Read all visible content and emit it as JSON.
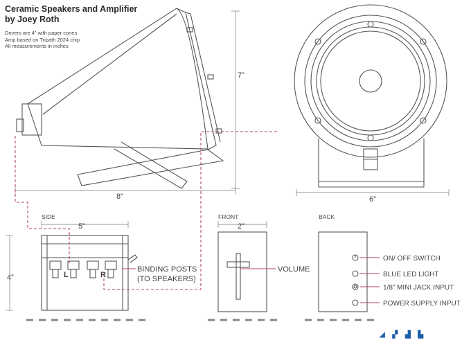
{
  "title": {
    "line1": "Ceramic Speakers and Amplifier",
    "line2": "by Joey Roth"
  },
  "notes": [
    "Drivers are 4” with paper cones",
    "Amp based on Tripath 2024 chip",
    "All measurements in inches"
  ],
  "dimensions": {
    "height_7": "7”",
    "width_8": "8”",
    "width_6": "6”",
    "width_5": "5”",
    "width_2": "2”",
    "height_4": "4”"
  },
  "view_labels": {
    "side": "SIDE",
    "front": "FRONT",
    "back": "BACK"
  },
  "callouts": {
    "binding_posts_1": "BINDING POSTS",
    "binding_posts_2": "(TO SPEAKERS)",
    "volume": "VOLUME",
    "on_off": "ON/ OFF SWITCH",
    "blue_led": "BLUE LED LIGHT",
    "mini_jack": "1/8” MINI JACK INPUT",
    "power": "POWER SUPPLY INPUT"
  },
  "post_labels": {
    "left": "L",
    "right": "R"
  },
  "colors": {
    "line": "#555555",
    "dashed_cable": "#b0407a",
    "watermark": "#1b5fa8"
  }
}
